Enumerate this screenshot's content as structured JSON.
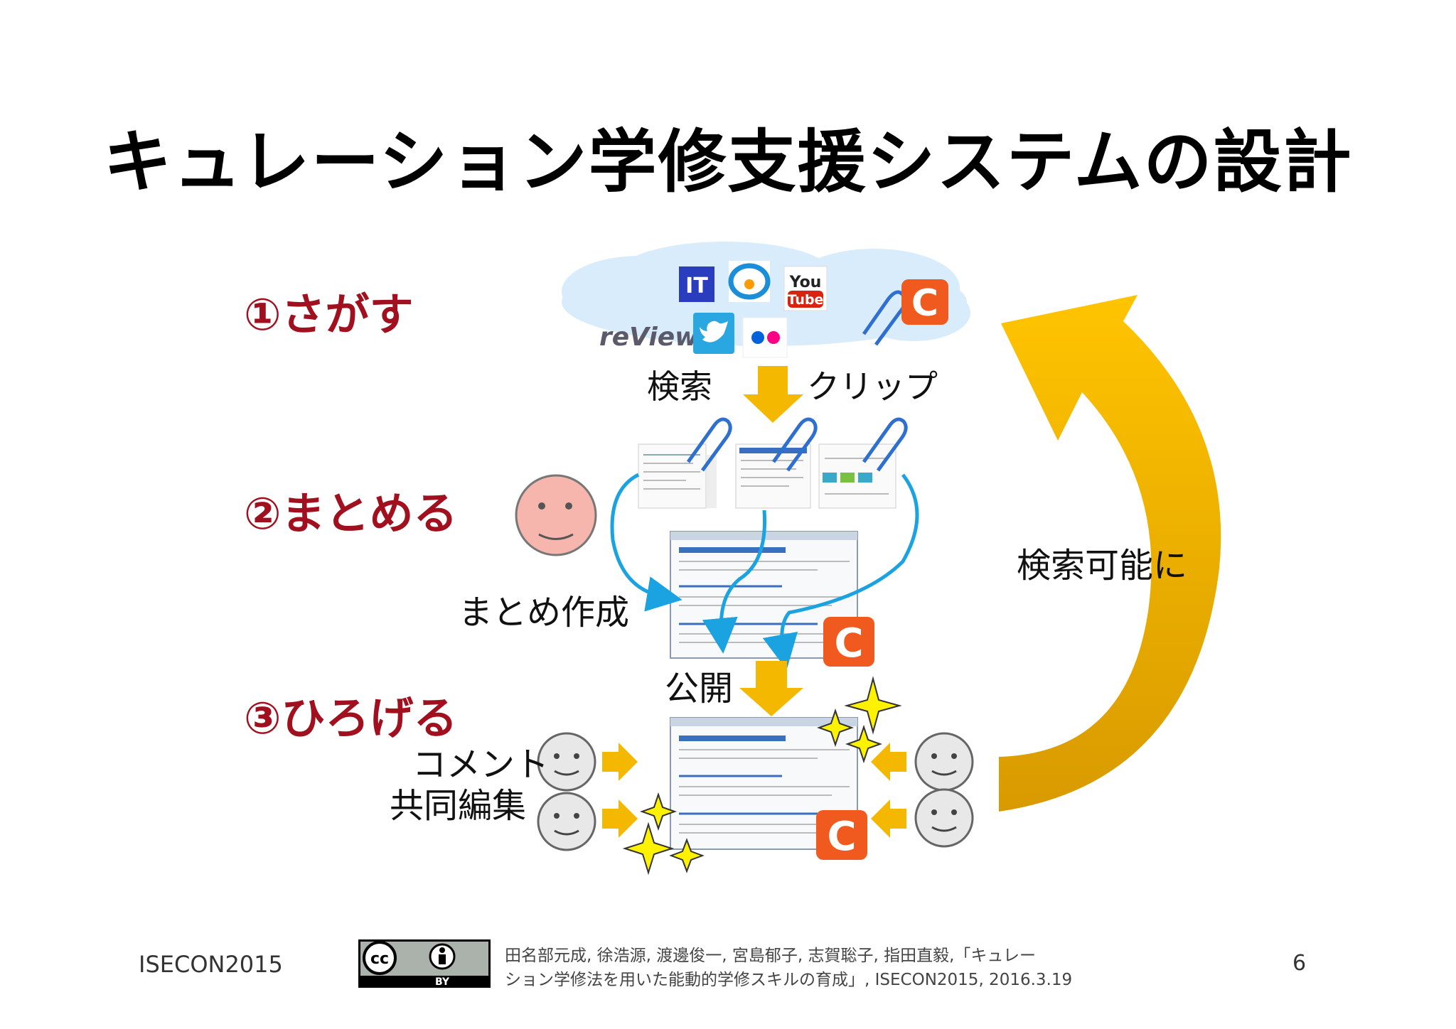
{
  "title": "キュレーション学修支援システムの設計",
  "steps": {
    "search": "①さがす",
    "summarize": "②まとめる",
    "spread": "③ひろげる"
  },
  "labels": {
    "kensaku": "検索",
    "clip": "クリップ",
    "matome_sakusei": "まとめ作成",
    "kokai": "公開",
    "comment": "コメント",
    "kyodo_henshu": "共同編集",
    "kensaku_kanou": "検索可能に"
  },
  "services": {
    "it": "IT",
    "youtube_top": "You",
    "youtube_bottom": "Tube",
    "review": "reView",
    "curation": "C"
  },
  "footer": {
    "conference": "ISECON2015",
    "page_number": "6",
    "citation_line1": "田名部元成, 徐浩源, 渡邊俊一, 宮島郁子, 志賀聡子, 指田直毅,「キュレー",
    "citation_line2": "ション学修法を用いた能動的学修スキルの育成」, ISECON2015, 2016.3.19",
    "license_by": "BY",
    "license_cc": "cc"
  },
  "colors": {
    "step_red": "#a0101e",
    "arrow_gold": "#f5b800",
    "curve_blue": "#1aa3e0",
    "cloud": "#d8ecfb",
    "curation_orange": "#f05a1e"
  }
}
